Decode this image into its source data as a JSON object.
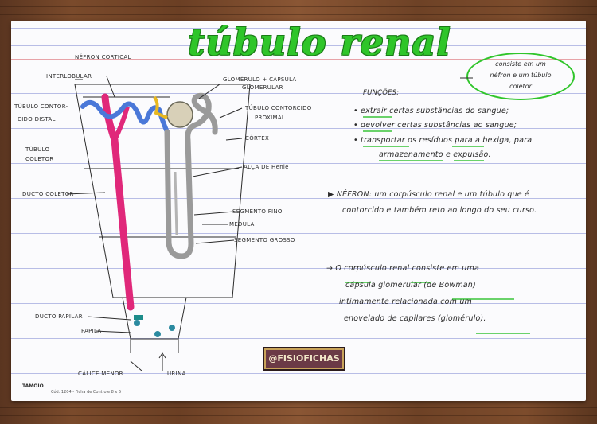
{
  "title": "túbulo renal",
  "bubble": {
    "line1": "consiste em um",
    "line2": "néfron e um túbulo",
    "line3": "coletor"
  },
  "diagram_labels": {
    "nefron_cortical": "NÉFRON CORTICAL",
    "interlobular": "INTERLOBULAR",
    "tubulo_contorcido_distal_1": "TÚBULO CONTOR-",
    "tubulo_contorcido_distal_2": "CIDO DISTAL",
    "tubulo_coletor_1": "TÚBULO",
    "tubulo_coletor_2": "COLETOR",
    "ducto_coletor": "DUCTO COLETOR",
    "ducto_papilar": "DUCTO PAPILAR",
    "papila": "PAPILA",
    "calice_menor": "CÁLICE MENOR",
    "urina": "URINA",
    "glomerulo_1": "GLOMÉRULO + CÁPSULA",
    "glomerulo_2": "GLOMERULAR",
    "tubulo_proximal_1": "TÚBULO CONTORCIDO",
    "tubulo_proximal_2": "PROXIMAL",
    "cortex": "CÓRTEX",
    "alca_henle": "ALÇA DE Henle",
    "segmento_fino": "SEGMENTO FINO",
    "medula": "MEDULA",
    "segmento_grosso": "SEGMENTO GROSSO"
  },
  "funcoes": {
    "heading": "FUNÇÕES:",
    "items": [
      "extrair certas substâncias do sangue;",
      "devolver certas substâncias ao sangue;",
      "transportar os resíduos para a bexiga, para",
      "armazenamento e expulsão."
    ]
  },
  "nefron_def": {
    "line1": "NÉFRON: um corpúsculo renal e um túbulo que é",
    "line2": "contorcido e também reto ao longo do seu curso."
  },
  "corpusculo": {
    "line1": "O corpúsculo renal consiste em uma",
    "line2": "cápsula glomerular (de Bowman)",
    "line3": "intimamente relacionada com um",
    "line4": "enovelado de capilares (glomérulo)."
  },
  "brand": "@FISIOFICHAS",
  "footer": {
    "logo": "TAMOIO",
    "code": "Cód. 1204 - Ficha de Controle 8 x 5"
  },
  "colors": {
    "title": "#2fc52a",
    "red_vessel": "#e0287a",
    "blue_vessel": "#4a78d8",
    "tubule": "#9a9a9a"
  }
}
